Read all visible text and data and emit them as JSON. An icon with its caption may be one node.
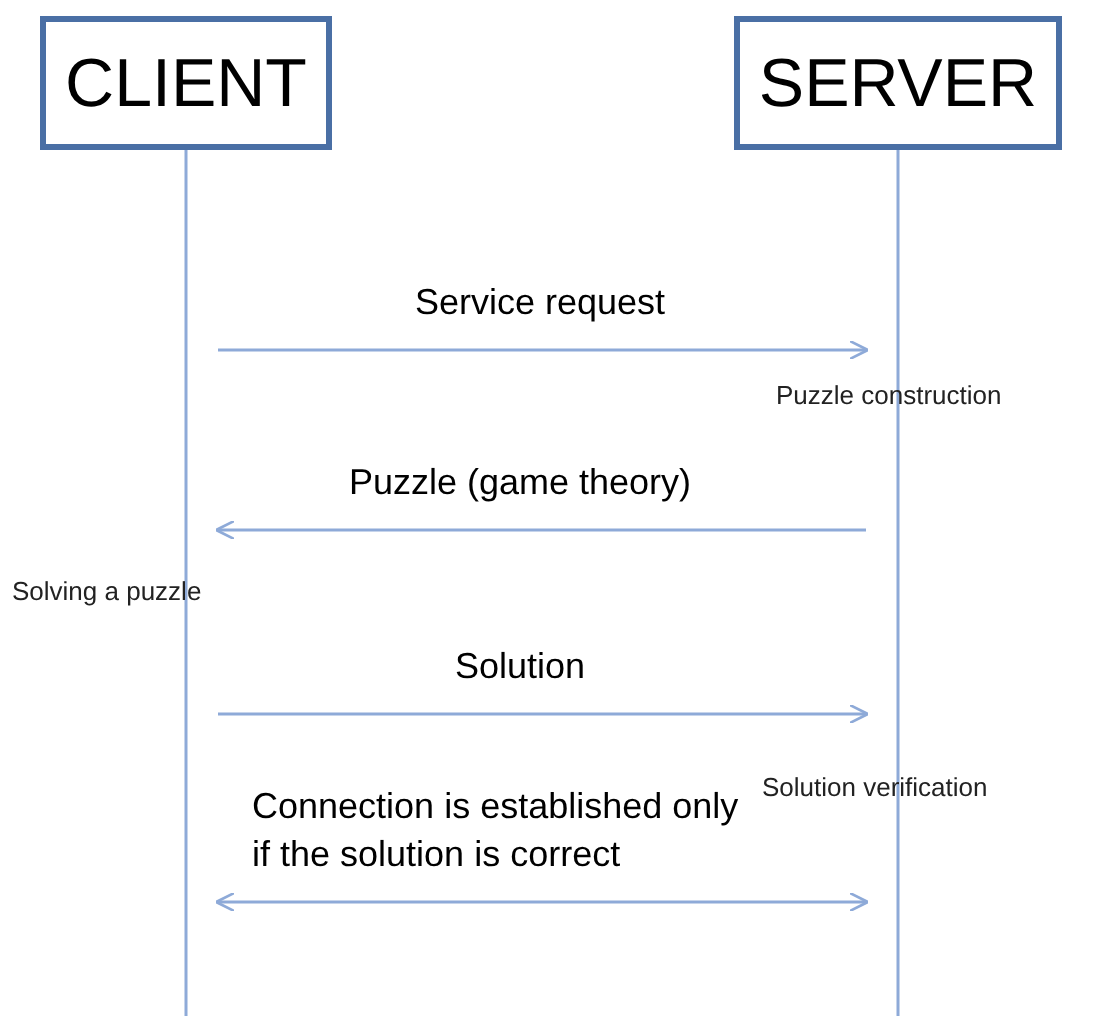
{
  "diagram": {
    "nodes": [
      {
        "text": [
          "CLIENT"
        ]
      },
      {
        "text": [
          "SERVER"
        ]
      }
    ],
    "edges": [
      {
        "from": 0,
        "to": 1,
        "arrow": "to",
        "label": "Service request"
      },
      {
        "from": 1,
        "to": 0,
        "arrow": "to",
        "label": "Puzzle (game theory)"
      },
      {
        "from": 0,
        "to": 1,
        "arrow": "to",
        "label": "Solution"
      },
      {
        "from": 0,
        "to": 1,
        "arrow": "both",
        "label": "Connection is established only if the solution is correct"
      }
    ],
    "labels": [
      "Puzzle construction",
      "Solving a puzzle",
      "Solution verification"
    ]
  }
}
